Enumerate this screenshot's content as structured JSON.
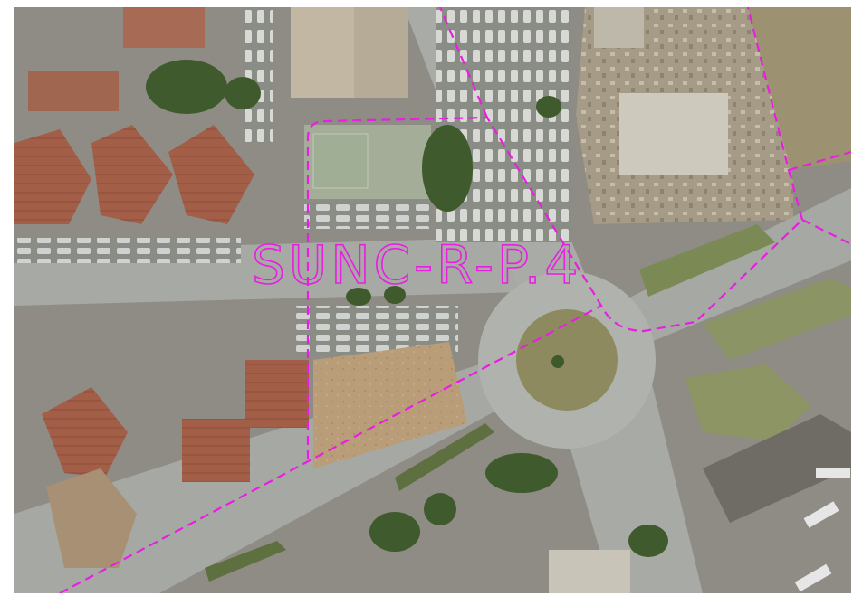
{
  "map": {
    "type": "aerial-orthophoto",
    "zone_label": "SUNC-R-P.4",
    "boundary_color": "#e81ee0",
    "boundary_style": "dashed"
  }
}
